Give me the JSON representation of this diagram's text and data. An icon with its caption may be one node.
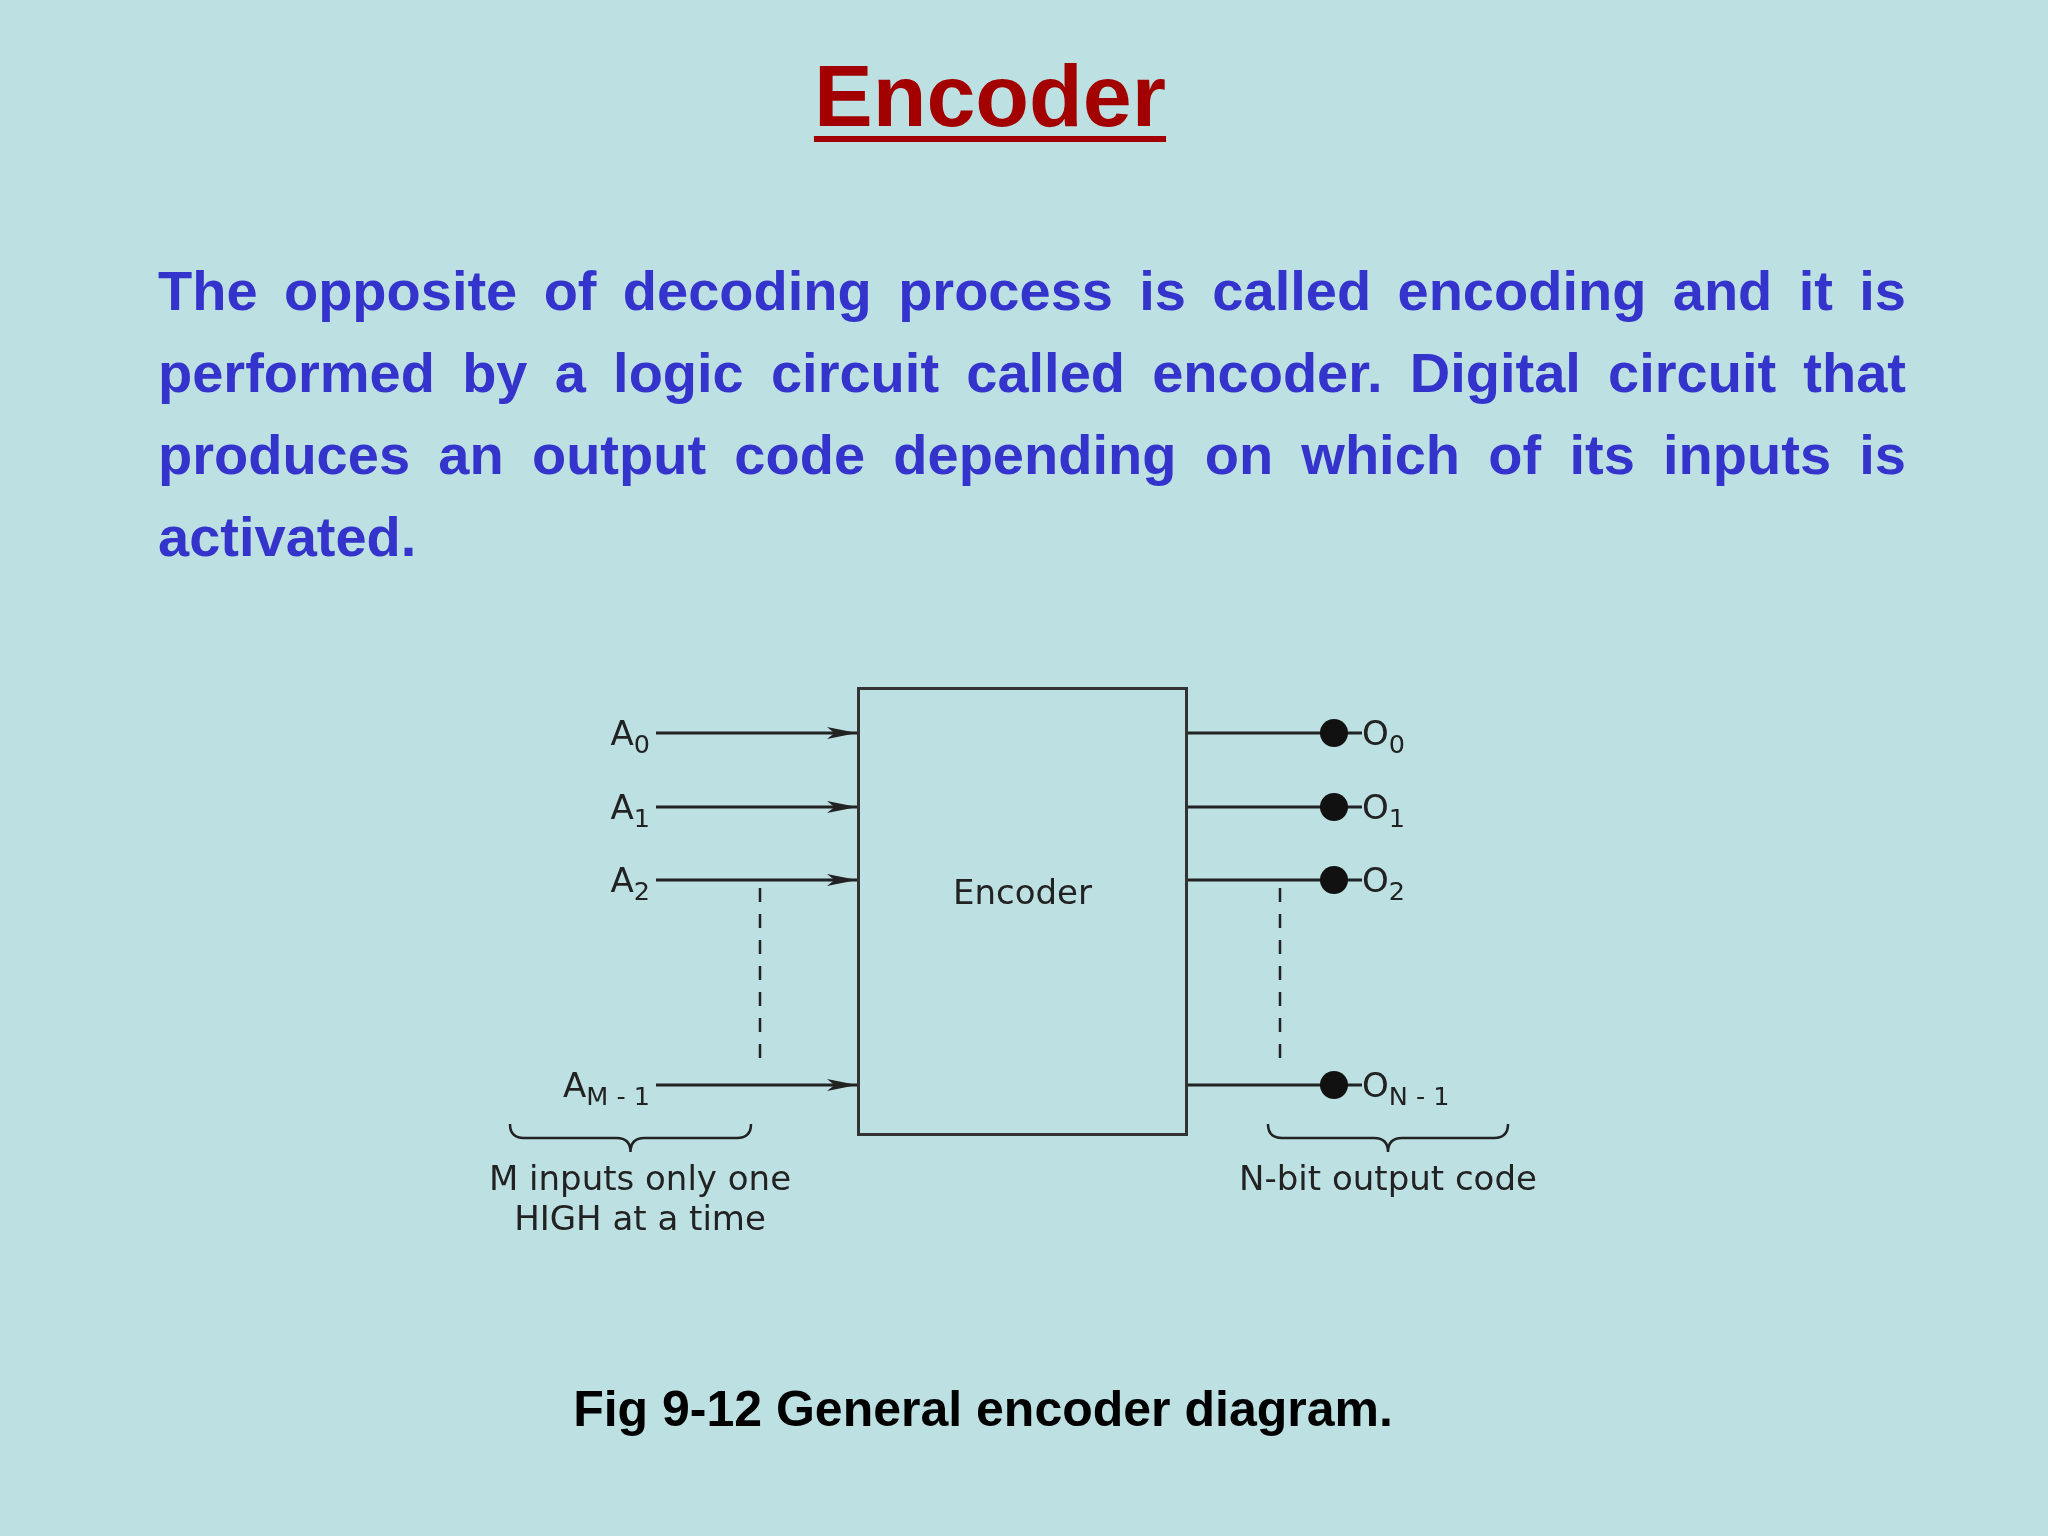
{
  "diagram": {
    "title": "Encoder",
    "caption": "Fig 9-12 General encoder diagram.",
    "nodes": [
      {
        "text": [
          "Encoder"
        ]
      },
      {
        "text": [
          "A$_{0}$"
        ]
      },
      {
        "text": [
          "A$_{1}$"
        ]
      },
      {
        "text": [
          "A$_{2}$"
        ]
      },
      {
        "text": [
          "A$_{M - 1}$"
        ]
      },
      {
        "text": [
          "O$_{0}$"
        ]
      },
      {
        "text": [
          "O$_{1}$"
        ]
      },
      {
        "text": [
          "O$_{2}$"
        ]
      },
      {
        "text": [
          "O$_{N - 1}$"
        ]
      }
    ],
    "edges": [
      {
        "from": 1,
        "to": 0,
        "arrow": "to"
      },
      {
        "from": 2,
        "to": 0,
        "arrow": "to"
      },
      {
        "from": 3,
        "to": 0,
        "arrow": "to"
      },
      {
        "from": 4,
        "to": 0,
        "arrow": "to"
      },
      {
        "from": 0,
        "to": 5,
        "arrow": "other"
      },
      {
        "from": 0,
        "to": 6,
        "arrow": "other"
      },
      {
        "from": 0,
        "to": 7,
        "arrow": "other"
      },
      {
        "from": 0,
        "to": 8,
        "arrow": "other"
      }
    ],
    "labels": [
      "The opposite of decoding process is called encoding and it is performed by a logic circuit called encoder. Digital circuit that produces an output code depending on which of its inputs is activated.",
      "M inputs only one HIGH at a time",
      "N-bit output code"
    ]
  }
}
